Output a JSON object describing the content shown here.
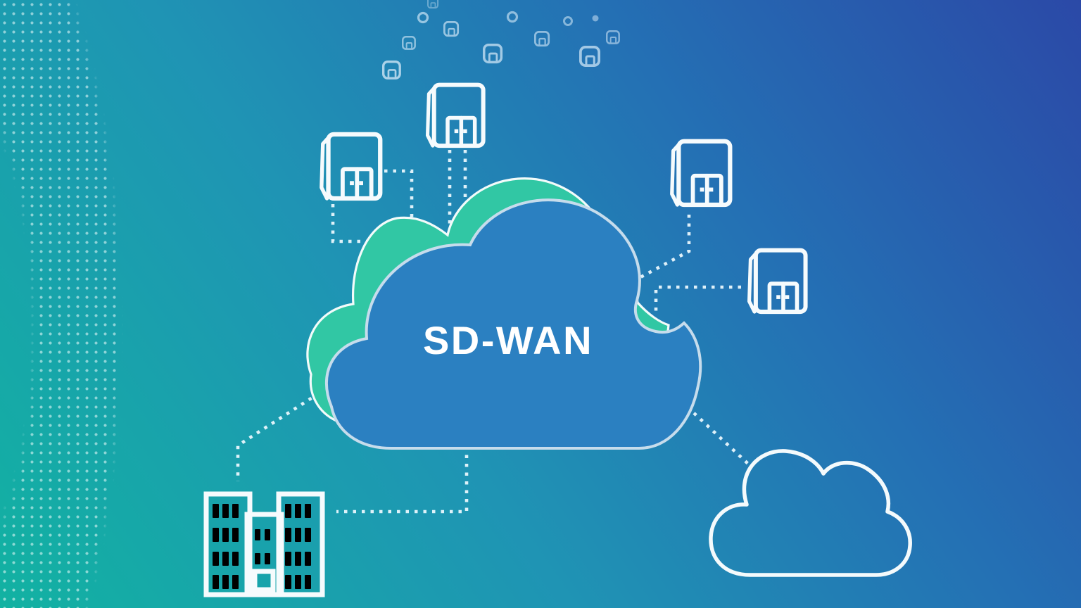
{
  "illustration": {
    "type": "sd-wan network concept diagram",
    "description": "Central SD-WAN cloud connected by dotted lines to branch office buildings, a headquarters building and an external cloud"
  },
  "main_cloud": {
    "label": "SD-WAN"
  },
  "colors": {
    "background_gradient": [
      "#12b2a2",
      "#1f94b4",
      "#2470b4",
      "#2b49a7"
    ],
    "primary_cloud_fill": "#2b80c1",
    "primary_cloud_stroke": "#c6dcec",
    "secondary_cloud_fill": "#31c7a4",
    "secondary_cloud_stroke": "#f2fbfa",
    "connector_dots": "#e9f7fd",
    "icon_stroke": "#f6fbfd",
    "label_text": "#ffffff"
  },
  "nodes": {
    "center": {
      "id": "sdwan-cloud",
      "label": "SD-WAN"
    },
    "branch_offices": [
      {
        "id": "branch-left"
      },
      {
        "id": "branch-top"
      },
      {
        "id": "branch-right-upper"
      },
      {
        "id": "branch-right-lower"
      }
    ],
    "headquarters": {
      "id": "hq-building"
    },
    "external_cloud": {
      "id": "internet-cloud"
    },
    "decorative": {
      "floating_mini_icons": 8,
      "floating_rings": 4,
      "halftone_dot_band": true
    }
  }
}
